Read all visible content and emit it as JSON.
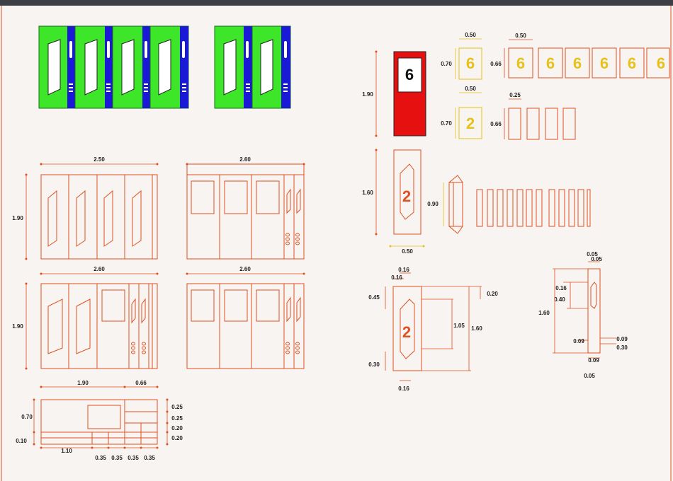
{
  "colors": {
    "background": "#f8f4f1",
    "line": "#e0501e",
    "yellow": "#e6c21a",
    "green": "#3ee62a",
    "blue": "#1a1ad6",
    "red": "#e61010",
    "text": "#222222"
  },
  "top_left_dims": {
    "width_1": "2.50",
    "height_1": "1.90",
    "width_2": "2.60",
    "width_3": "2.60",
    "height_3": "1.90",
    "width_4": "2.60"
  },
  "bottom_left_dims": {
    "top_a": "1.90",
    "top_b": "0.66",
    "left_a": "0.70",
    "left_b": "0.10",
    "bottom_a": "1.10",
    "bottom_b": "0.35",
    "bottom_c": "0.35",
    "bottom_d": "0.35",
    "bottom_e": "0.35",
    "right_a": "0.25",
    "right_b": "0.25",
    "right_c": "0.20",
    "right_d": "0.20"
  },
  "sign_labels": {
    "six": "6",
    "two": "2"
  },
  "right_dims": {
    "red_height": "1.90",
    "y1_width": "0.50",
    "y1_height": "0.70",
    "row6_width": "0.50",
    "row6_height": "0.66",
    "y2_width": "0.50",
    "y2_height": "0.70",
    "row2_width": "0.25",
    "row2_height": "0.66",
    "tall_height": "1.60",
    "tall_width": "0.50",
    "small_height": "0.90"
  },
  "detail_a": {
    "top_1": "0.16",
    "top_2": "0.16",
    "left_1": "0.45",
    "left_2": "0.30",
    "right_1": "0.20",
    "right_2": "1.05",
    "right_3": "1.60",
    "bottom": "0.16"
  },
  "detail_b": {
    "top_1": "0.05",
    "top_2": "0.05",
    "left_1": "0.16",
    "left_2": "0.40",
    "left_3": "1.60",
    "left_4": "0.09",
    "right_1": "0.09",
    "right_2": "0.30",
    "bottom_1": "0.09",
    "bottom_2": "0.05"
  }
}
